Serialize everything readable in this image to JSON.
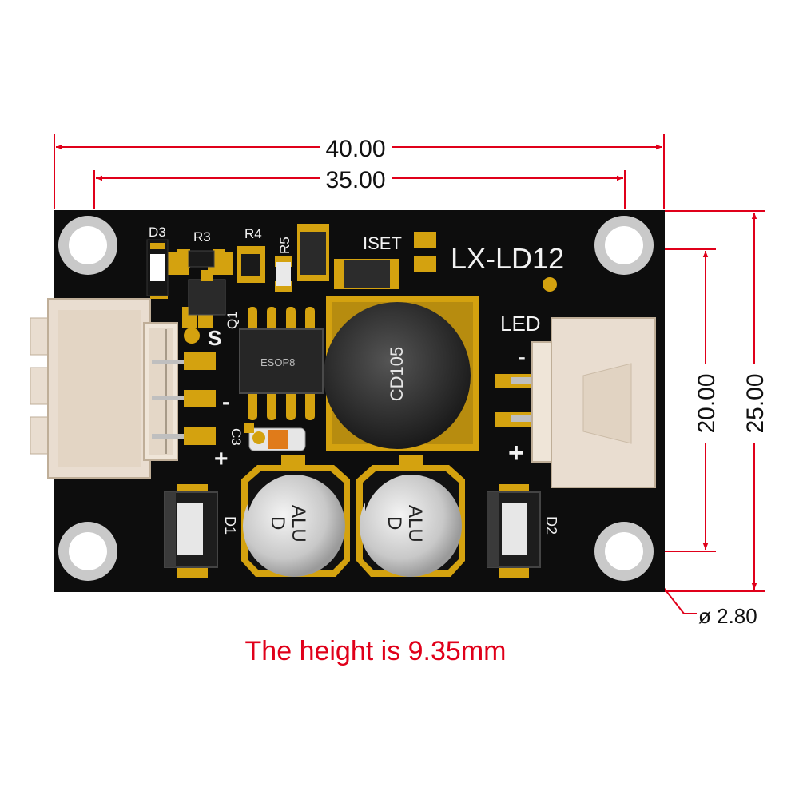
{
  "board": {
    "model": "LX-LD12",
    "iset_label": "ISET",
    "led_label": "LED",
    "inductor_label": "CD105",
    "ic_label": "ESOP8",
    "cap_text_1": "ALU",
    "cap_text_2": "D",
    "labels": {
      "d1": "D1",
      "d2": "D2",
      "d3": "D3",
      "r3": "R3",
      "r4": "R4",
      "r5": "R5",
      "q1": "Q1",
      "c3": "C3",
      "s": "S"
    },
    "polarity": {
      "plus": "+",
      "minus": "-",
      "led_plus": "+",
      "led_minus": "-"
    }
  },
  "dimensions": {
    "width_overall": "40.00",
    "width_holes": "35.00",
    "height_overall": "25.00",
    "height_holes": "20.00",
    "hole_diameter": "ø 2.80"
  },
  "note": "The height is 9.35mm",
  "colors": {
    "pcb": "#0d0d0d",
    "pad": "#d4a20f",
    "dimension": "#e0001a",
    "silkscreen": "#f2f2f2",
    "connector": "#e9ddd0"
  }
}
